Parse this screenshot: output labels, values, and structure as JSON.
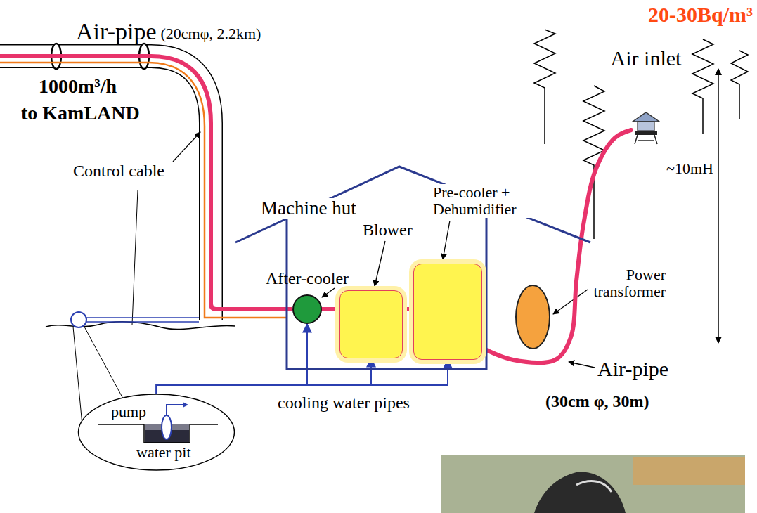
{
  "diagram": {
    "nodes": [
      {
        "text": [
          "Machine hut"
        ]
      },
      {
        "text": [
          "After-cooler"
        ],
        "in": 0
      },
      {
        "text": [
          "Blower"
        ],
        "in": 0
      },
      {
        "text": [
          "Pre-cooler + Dehumidifier"
        ],
        "in": 0
      },
      {
        "text": [
          "Power transformer"
        ]
      },
      {
        "text": [
          "Air inlet"
        ]
      },
      {
        "text": [
          "pump",
          "water pit"
        ]
      }
    ],
    "edges": [
      {
        "from": 1,
        "to": 2,
        "arrow": "none"
      },
      {
        "from": 2,
        "to": 3,
        "arrow": "none"
      },
      {
        "from": 3,
        "to": 5,
        "arrow": "none"
      },
      {
        "from": 6,
        "to": 1,
        "arrow": "to"
      },
      {
        "from": 6,
        "to": 2,
        "arrow": "to"
      },
      {
        "from": 6,
        "to": 3,
        "arrow": "to"
      }
    ],
    "labels": [
      "20-30Bq/m³",
      "Air-pipe",
      "(20cmφ, 2.2km)",
      "1000m³/h",
      "to KamLAND",
      "Control cable",
      "~10mH",
      "Air-pipe",
      "(30cm φ, 30m)",
      "cooling water pipes"
    ]
  }
}
